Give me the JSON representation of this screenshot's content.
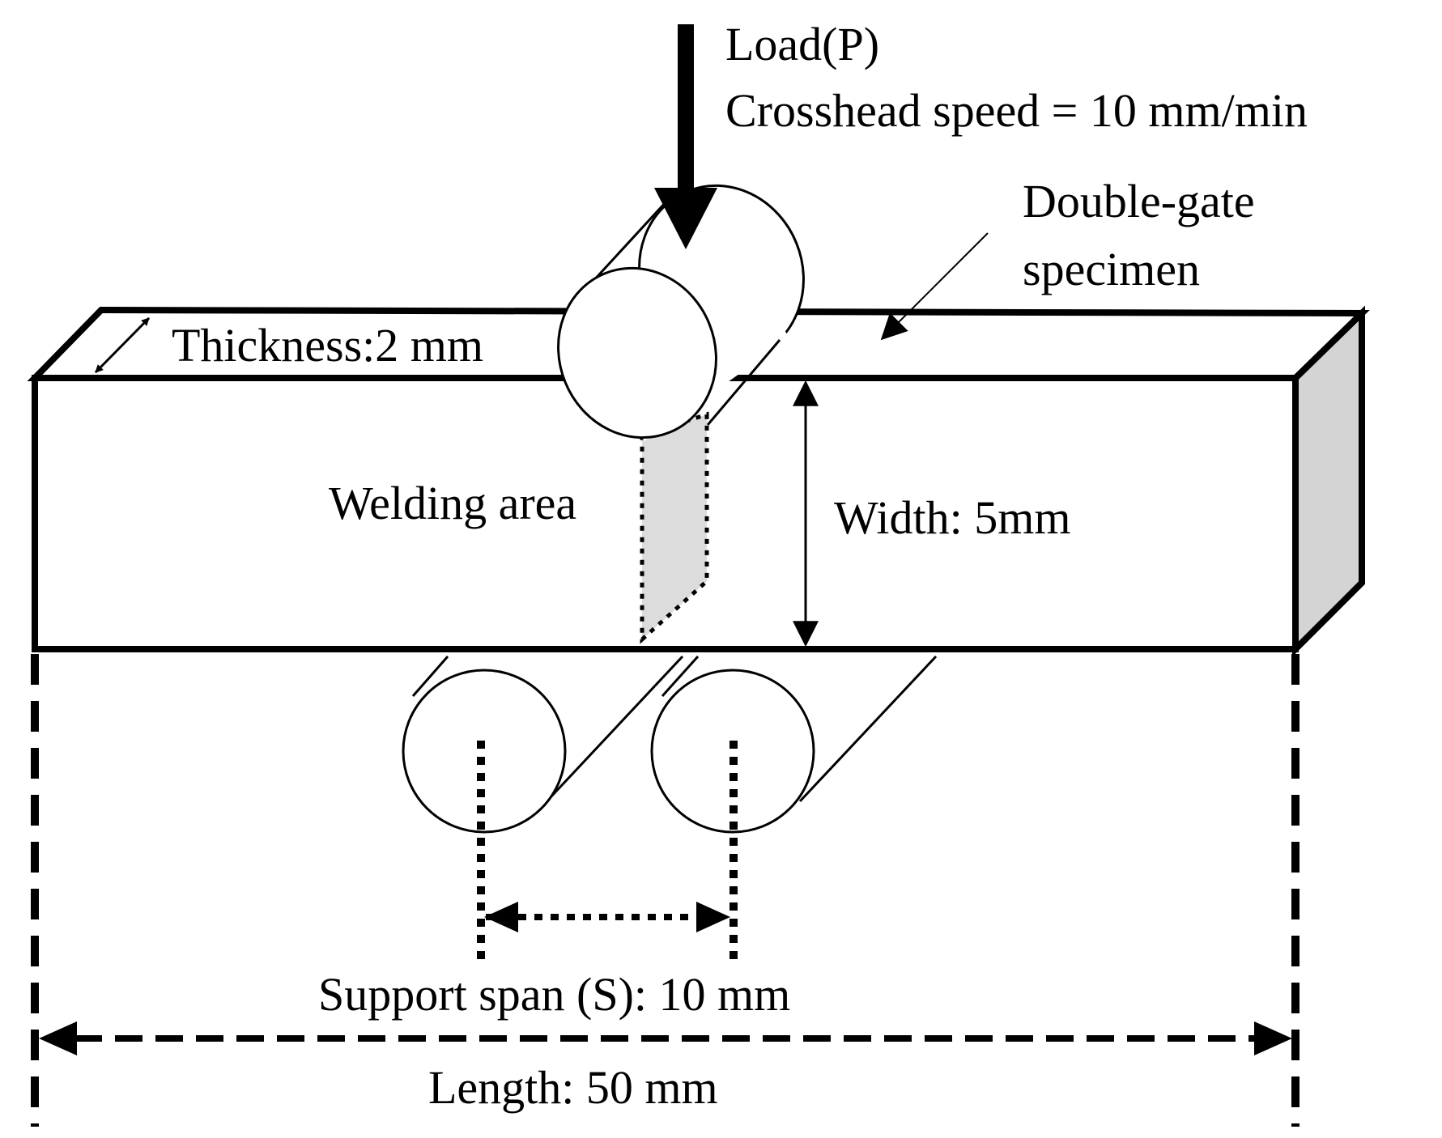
{
  "labels": {
    "load": "Load(P)",
    "crosshead_speed": "Crosshead speed = 10 mm/min",
    "specimen_line1": "Double-gate",
    "specimen_line2": "specimen",
    "thickness": "Thickness:2 mm",
    "welding_area": "Welding area",
    "width": "Width: 5mm",
    "support_span": "Support span (S): 10 mm",
    "length": "Length: 50 mm"
  },
  "colors": {
    "stroke": "#000000",
    "shaded_face": "#d4d4d4",
    "welding_fill": "#dcdcdc",
    "background": "#ffffff"
  }
}
